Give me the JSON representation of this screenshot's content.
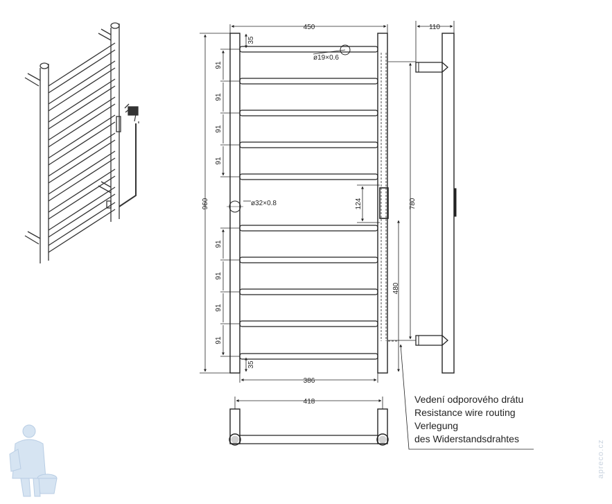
{
  "dimensions": {
    "overall_width": "450",
    "overall_height": "960",
    "depth": "110",
    "top_offset": "35",
    "bottom_offset": "35",
    "bar_spacing": "91",
    "inner_width": "386",
    "mount_height": "780",
    "wire_height": "480",
    "heater_box": "124",
    "bottom_view_width": "418",
    "bar_diameter": "ø19×0.6",
    "rail_diameter": "ø32×0.8"
  },
  "legend": {
    "line_cz": "Vedení odporového drátu",
    "line_en": "Resistance wire routing",
    "line_de_1": "Verlegung",
    "line_de_2": "des Widerstandsdrahtes"
  },
  "watermark": "apreco.cz"
}
